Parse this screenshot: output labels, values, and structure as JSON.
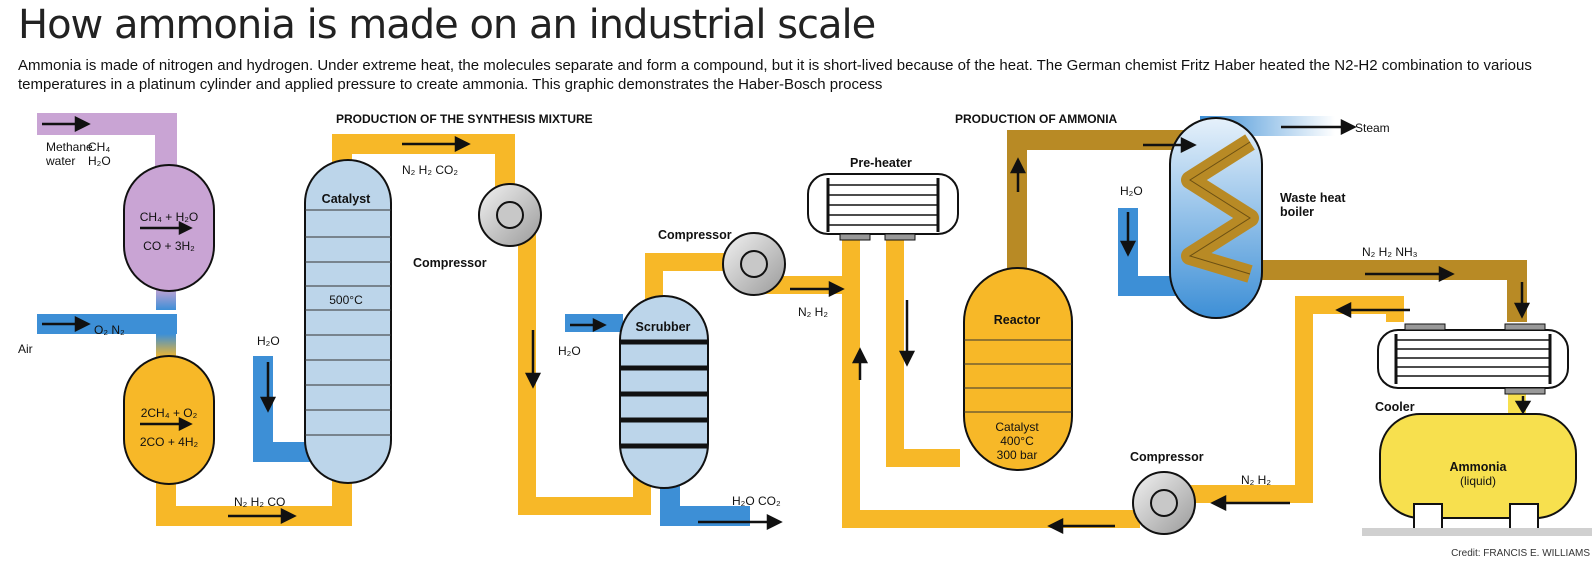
{
  "title": "How ammonia is made on an industrial scale",
  "intro": "Ammonia is made of nitrogen and hydrogen. Under extreme heat, the molecules separate and form a compound, but it is short-lived because of the heat. The German chemist Fritz Haber heated the N2-H2 combination to various temperatures in a platinum cylinder and applied pressure to create ammonia. This graphic demonstrates the Haber-Bosch process",
  "colors": {
    "pipe_yellow": "#f7b828",
    "pipe_brown": "#b88a25",
    "water_blue": "#3d8fd6",
    "lavender": "#c9a4d4",
    "vessel_blue": "#bcd5ea",
    "tank_yellow": "#f7e04e"
  },
  "sections": {
    "synthesis_mixture": "PRODUCTION OF THE SYNTHESIS MIXTURE",
    "ammonia": "PRODUCTION OF AMMONIA"
  },
  "labels": {
    "methane": "Methane",
    "water": "water",
    "ch4": "CH₄",
    "h2o": "H₂O",
    "air": "Air",
    "o2n2": "O₂ N₂",
    "reaction1_top": "CH₄ + H₂O",
    "reaction1_bottom": "CO + 3H₂",
    "reaction2_top": "2CH₄ + O₂",
    "reaction2_bottom": "2CO + 4H₂",
    "n2h2co": "N₂ H₂ CO",
    "catalyst": "Catalyst",
    "temp_500": "500°C",
    "n2h2co2": "N₂ H₂ CO₂",
    "compressor": "Compressor",
    "scrubber": "Scrubber",
    "h2o_co2": "H₂O CO₂",
    "n2h2": "N₂ H₂",
    "preheater": "Pre-heater",
    "reactor": "Reactor",
    "reactor_catalyst": "Catalyst",
    "reactor_temp": "400°C",
    "reactor_pressure": "300 bar",
    "steam": "Steam",
    "waste_heat_1": "Waste heat",
    "waste_heat_2": "boiler",
    "n2h2nh3": "N₂ H₂ NH₃",
    "cooler": "Cooler",
    "ammonia": "Ammonia",
    "liquid": "(liquid)",
    "credit": "Credit: FRANCIS E. WILLIAMS"
  }
}
